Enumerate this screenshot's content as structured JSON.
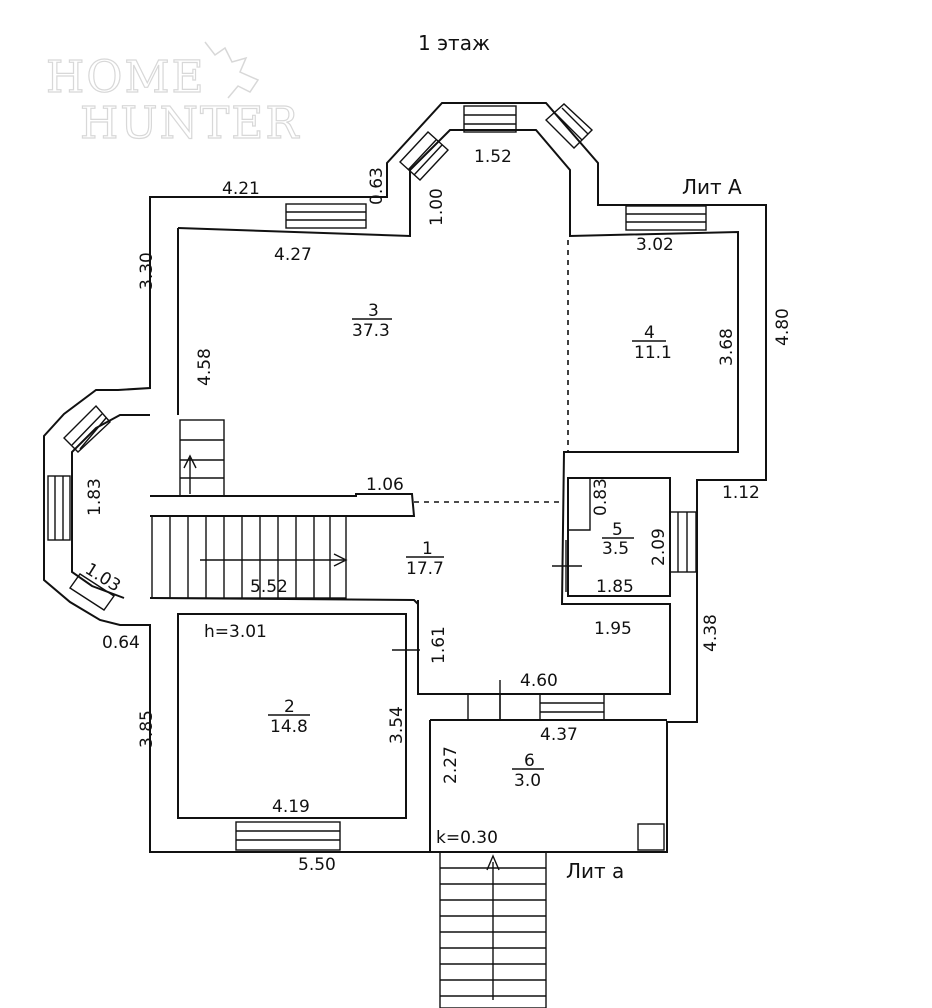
{
  "plan": {
    "title": "1 этаж",
    "watermark": {
      "line1": "HOME",
      "line2": "HUNTER"
    },
    "lit_main": "Лит А",
    "lit_annex": "Лит а",
    "rooms": [
      {
        "number": "1",
        "area": "17.7"
      },
      {
        "number": "2",
        "area": "14.8"
      },
      {
        "number": "3",
        "area": "37.3"
      },
      {
        "number": "4",
        "area": "11.1"
      },
      {
        "number": "5",
        "area": "3.5"
      },
      {
        "number": "6",
        "area": "3.0"
      }
    ],
    "heights": {
      "room2": "h=3.01",
      "room6": "k=0.30"
    },
    "dimensions": {
      "d421": "4.21",
      "d063": "0.63",
      "d152": "1.52",
      "d100": "1.00",
      "d427": "4.27",
      "d302": "3.02",
      "d330": "3.30",
      "d480": "4.80",
      "d368": "3.68",
      "d458": "4.58",
      "d183": "1.83",
      "d103": "1.03",
      "d106": "1.06",
      "d083": "0.83",
      "d112": "1.12",
      "d209": "2.09",
      "d552": "5.52",
      "d185": "1.85",
      "d064": "0.64",
      "d161": "1.61",
      "d195": "1.95",
      "d438": "4.38",
      "d460": "4.60",
      "d385": "3.85",
      "d354": "3.54",
      "d437": "4.37",
      "d227": "2.27",
      "d419": "4.19",
      "d550": "5.50"
    }
  }
}
